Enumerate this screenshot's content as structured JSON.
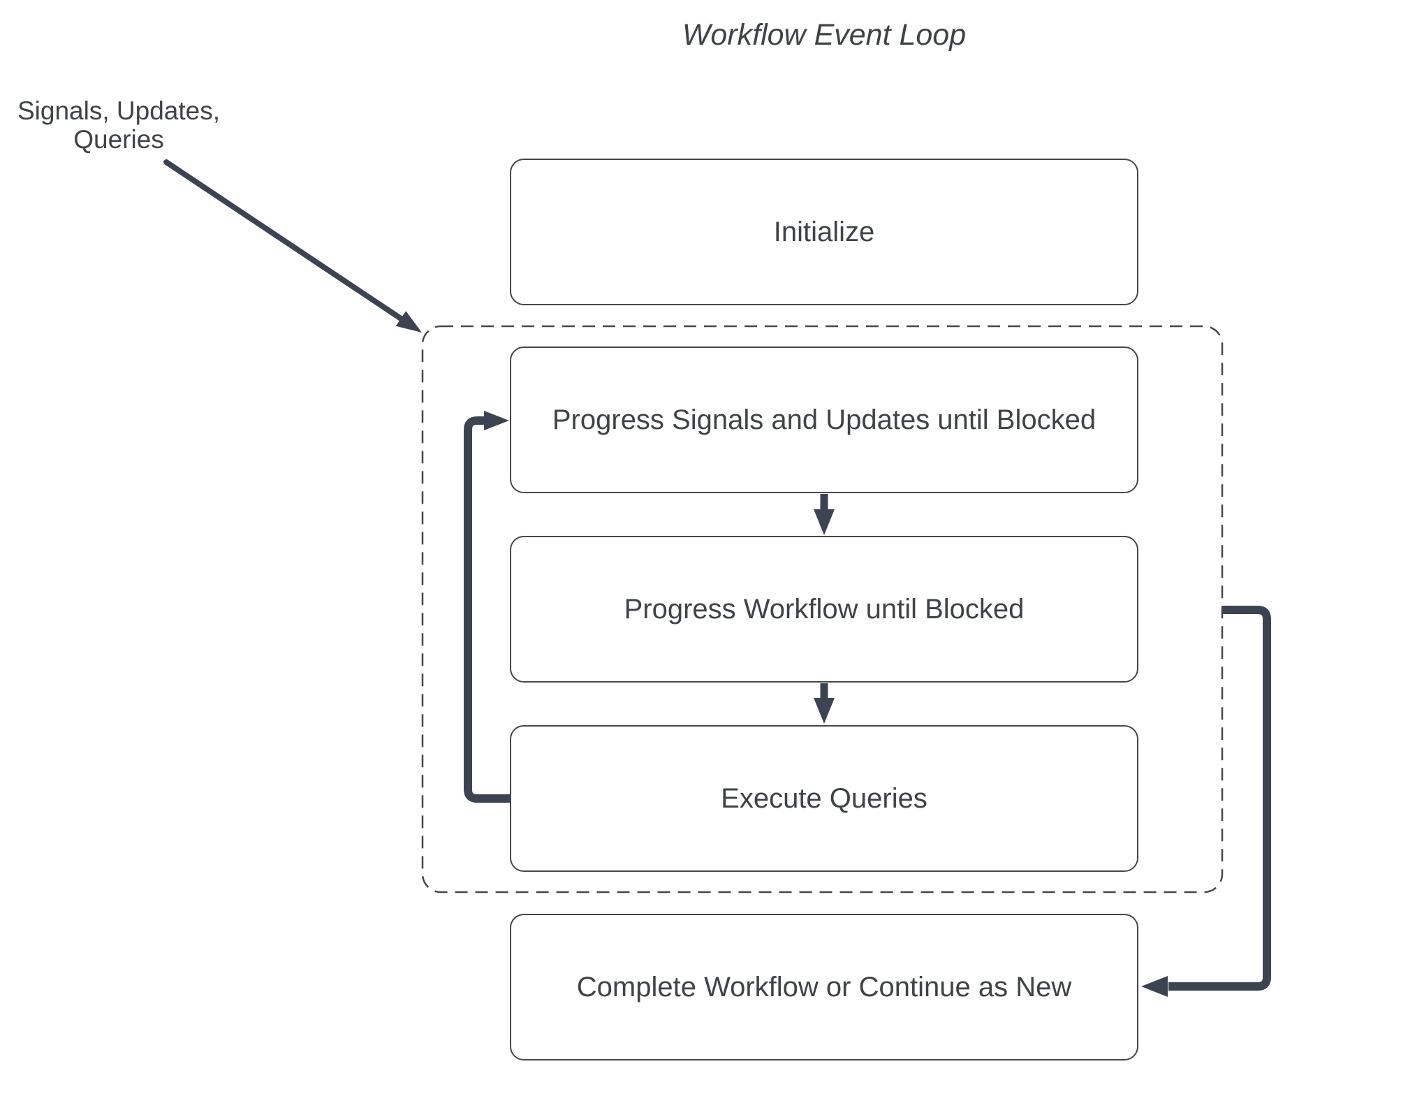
{
  "diagram": {
    "title": "Workflow Event Loop",
    "external_input": {
      "line1": "Signals, Updates,",
      "line2": "Queries"
    },
    "nodes": {
      "initialize": "Initialize",
      "progress_signals": "Progress Signals and Updates until Blocked",
      "progress_workflow": "Progress Workflow until Blocked",
      "execute_queries": "Execute Queries",
      "complete": "Complete Workflow or Continue as New"
    },
    "colors": {
      "background": "#ffffff",
      "box_border": "#46474b",
      "dashed_border": "#46474b",
      "text": "#3f4347",
      "arrow": "#3d4451"
    }
  }
}
